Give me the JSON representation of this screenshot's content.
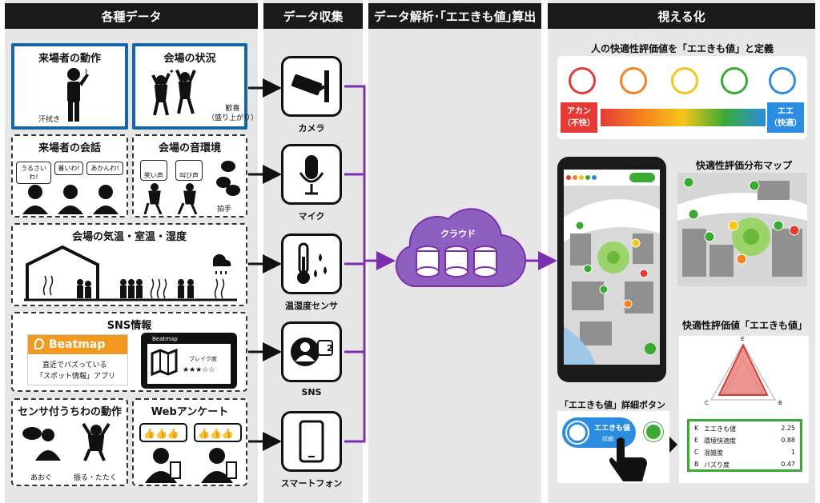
{
  "columns": {
    "data_types": "各種データ",
    "collection": "データ収集",
    "analysis": "データ解析･｢エエきも値｣算出",
    "visualization": "視える化"
  },
  "data_sources": {
    "visitor_motion": {
      "title": "来場者の動作",
      "caption": "汗拭き"
    },
    "venue_status": {
      "title": "会場の状況",
      "caption": "歓喜\n（盛り上がり）"
    },
    "visitor_talk": {
      "title": "来場者の会話",
      "bubbles": [
        "うるさいわ!",
        "暑いわ!",
        "あかんわ!"
      ]
    },
    "venue_sound": {
      "title": "会場の音環境",
      "bubbles": [
        "笑い声",
        "叫び声"
      ],
      "caption": "拍手"
    },
    "venue_climate": {
      "title": "会場の気温・室温・湿度"
    },
    "sns": {
      "title": "SNS情報",
      "app_name": "Beatmap",
      "desc_line1": "直近でバズっている",
      "desc_line2": "「スポット情報」アプリ",
      "phone_app": "Beatmap",
      "phone_break": "ブレイク度",
      "stars": "★★★☆☆"
    },
    "fan": {
      "title": "センサ付うちわの動作",
      "caption1": "あおぐ",
      "caption2": "振る・たたく"
    },
    "web_survey": {
      "title": "Webアンケート"
    }
  },
  "devices": [
    "カメラ",
    "マイク",
    "温湿度センサ",
    "SNS",
    "スマートフォン"
  ],
  "sns_badge": "2",
  "cloud_label": "クラウド",
  "viz": {
    "scale_title": "人の快適性評価値を「エエきも値」と定義",
    "left_label": "アカン\n（不快）",
    "right_label": "エエ\n（快適）",
    "map_title": "快適性評価分布マップ",
    "radar_title": "快適性評価値「エエきも値」",
    "button_title": "「エエきも値」詳細ボタン",
    "button_text": "エエきも値",
    "button_sub": "詳細",
    "radar_axes": [
      "E",
      "B",
      "C"
    ],
    "radar_top": "E",
    "table": [
      {
        "key": "K",
        "name": "エエきも値",
        "value": "2.25"
      },
      {
        "key": "E",
        "name": "環境快適度",
        "value": "0.88"
      },
      {
        "key": "C",
        "name": "混雑度",
        "value": "1"
      },
      {
        "key": "B",
        "name": "バズり度",
        "value": "0.47"
      }
    ]
  },
  "colors": {
    "flow": "#7b2fb0",
    "blue": "#1565a8",
    "green": "#3aaa35"
  }
}
